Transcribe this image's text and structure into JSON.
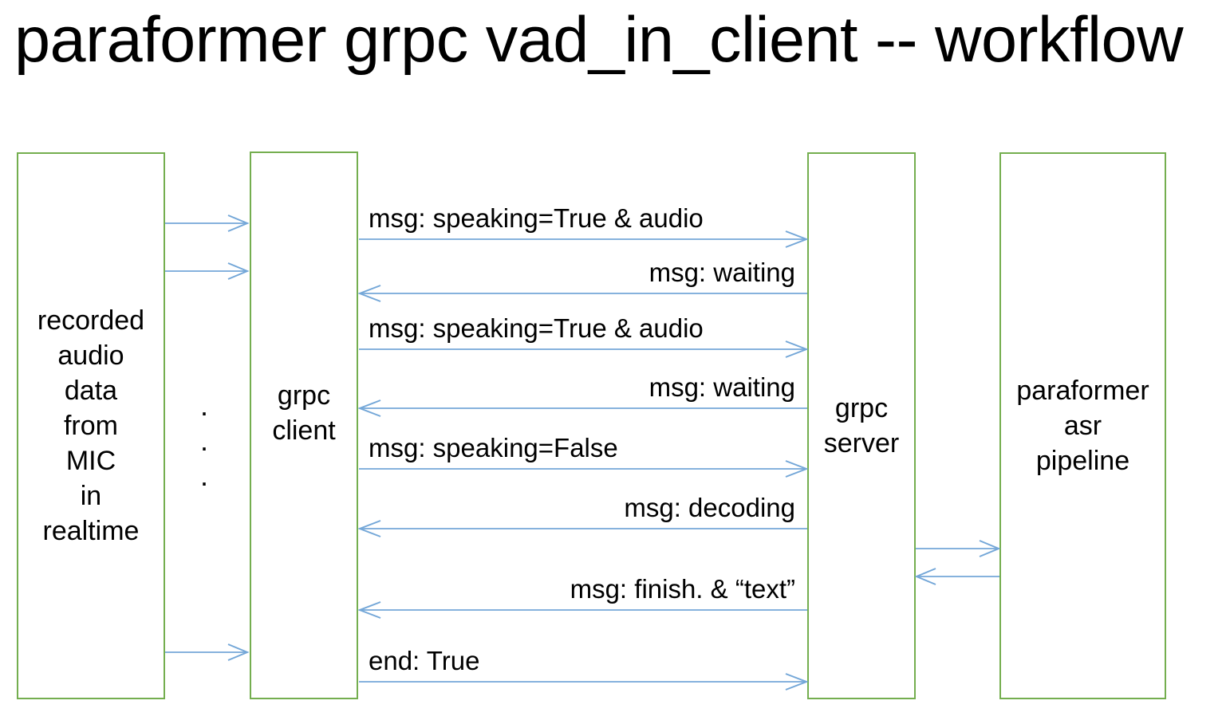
{
  "title": "paraformer grpc vad_in_client -- workflow",
  "boxes": [
    {
      "id": "recorded-audio",
      "label": "recorded\naudio\ndata\nfrom\nMIC\nin\nrealtime"
    },
    {
      "id": "grpc-client",
      "label": "grpc\nclient"
    },
    {
      "id": "grpc-server",
      "label": "grpc\nserver"
    },
    {
      "id": "paraformer-asr",
      "label": "paraformer\nasr\npipeline"
    }
  ],
  "messages": [
    {
      "from": "grpc-client",
      "to": "grpc-server",
      "direction": "right",
      "label": "msg: speaking=True & audio"
    },
    {
      "from": "grpc-server",
      "to": "grpc-client",
      "direction": "left",
      "label": "msg: waiting"
    },
    {
      "from": "grpc-client",
      "to": "grpc-server",
      "direction": "right",
      "label": "msg: speaking=True & audio"
    },
    {
      "from": "grpc-server",
      "to": "grpc-client",
      "direction": "left",
      "label": "msg: waiting"
    },
    {
      "from": "grpc-client",
      "to": "grpc-server",
      "direction": "right",
      "label": "msg: speaking=False"
    },
    {
      "from": "grpc-server",
      "to": "grpc-client",
      "direction": "left",
      "label": "msg: decoding"
    },
    {
      "from": "grpc-server",
      "to": "grpc-client",
      "direction": "left",
      "label": "msg: finish. &  “text”"
    },
    {
      "from": "grpc-client",
      "to": "grpc-server",
      "direction": "right",
      "label": "end: True"
    }
  ],
  "connector_dots": ".\n.\n.",
  "unlabeled_flows": {
    "recorded-audio_to_grpc-client_arrow_count": 3,
    "grpc-server_to_paraformer-asr_arrow_count": 1,
    "paraformer-asr_to_grpc-server_arrow_count": 1
  },
  "colors": {
    "box_border": "#74ae4f",
    "arrow": "#74a7d8",
    "text": "#000000",
    "background": "#ffffff"
  }
}
